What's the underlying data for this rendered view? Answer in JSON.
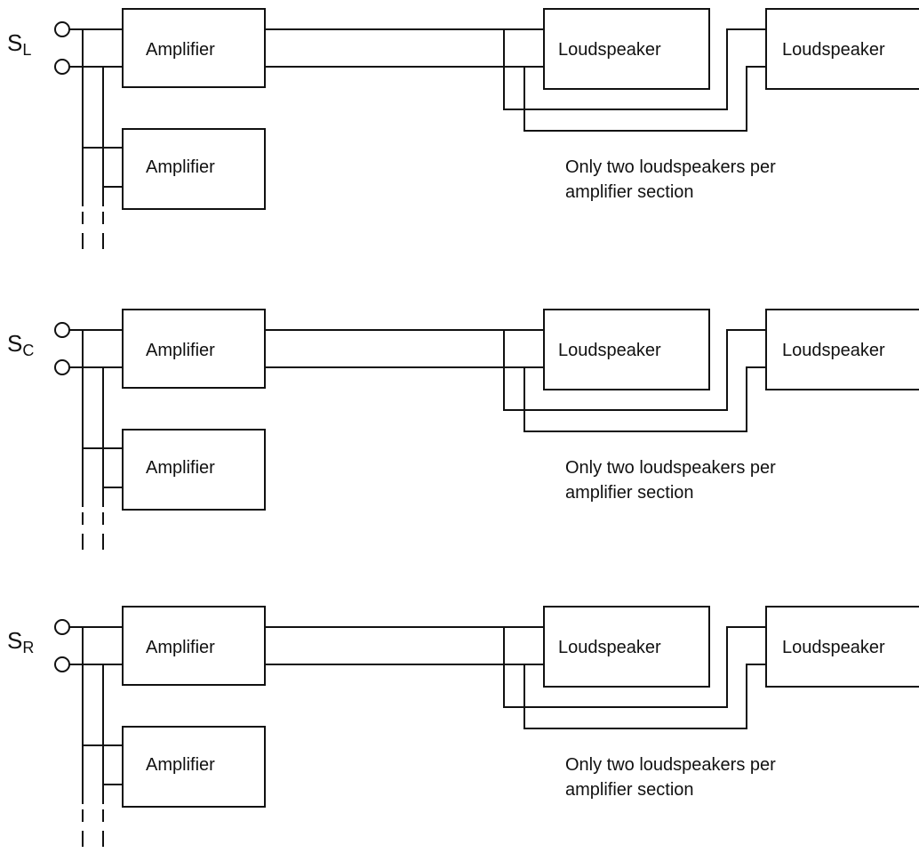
{
  "sections": [
    {
      "source_label": "S",
      "source_subscript": "L",
      "amplifier_label": "Amplifier",
      "second_amplifier_label": "Amplifier",
      "loudspeaker_label_1": "Loudspeaker",
      "loudspeaker_label_2": "Loudspeaker",
      "note_line_1": "Only two loudspeakers per",
      "note_line_2": "amplifier section"
    },
    {
      "source_label": "S",
      "source_subscript": "C",
      "amplifier_label": "Amplifier",
      "second_amplifier_label": "Amplifier",
      "loudspeaker_label_1": "Loudspeaker",
      "loudspeaker_label_2": "Loudspeaker",
      "note_line_1": "Only two loudspeakers per",
      "note_line_2": "amplifier section"
    },
    {
      "source_label": "S",
      "source_subscript": "R",
      "amplifier_label": "Amplifier",
      "second_amplifier_label": "Amplifier",
      "loudspeaker_label_1": "Loudspeaker",
      "loudspeaker_label_2": "Loudspeaker",
      "note_line_1": "Only two loudspeakers per",
      "note_line_2": "amplifier section"
    }
  ]
}
